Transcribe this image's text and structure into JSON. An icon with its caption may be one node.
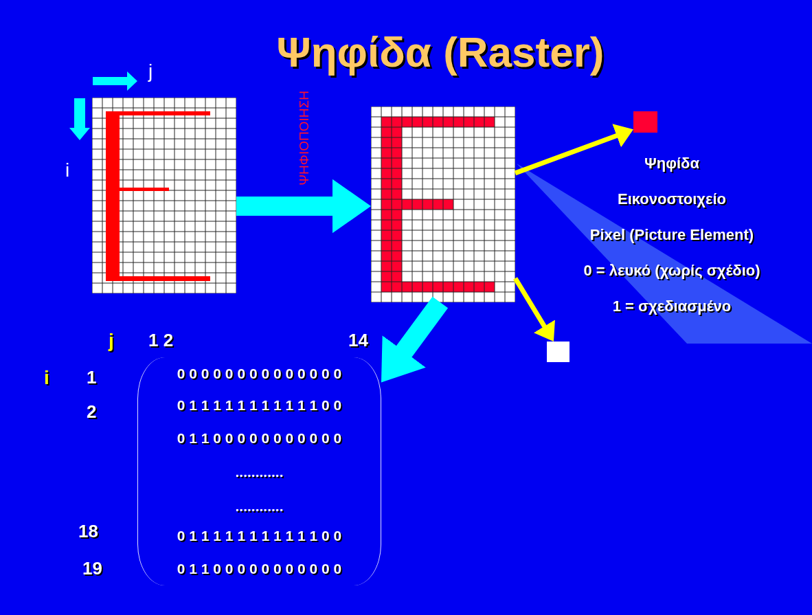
{
  "diagram": {
    "title": "Ψηφίδα (Raster)",
    "nodes": [
      {
        "text": [],
        "shape": "grid"
      },
      {
        "text": [],
        "shape": "grid"
      },
      {
        "text": [],
        "shape": "box"
      },
      {
        "text": [],
        "shape": "box"
      },
      {
        "text": [
          "0 0 0 0 0 0 0 0 0 0 0 0 0 0",
          "0 1 1 1 1 1 1 1 1 1 1 1 0 0",
          "0 1 1 0 0 0 0 0 0 0 0 0 0 0",
          "............",
          "............",
          "0 1 1 1 1 1 1 1 1 1 1 1 0 0",
          "0 1 1 0 0 0 0 0 0 0 0 0 0 0"
        ]
      }
    ],
    "edges": [
      {
        "from": 0,
        "to": 1,
        "arrow": "to",
        "label": "ΨΗΦΙΟΠΟΙΗΣΗ",
        "style": "thick",
        "color": "#00ffff"
      },
      {
        "from": 1,
        "to": 2,
        "arrow": "to",
        "color": "#ffff00"
      },
      {
        "from": 1,
        "to": 3,
        "arrow": "to",
        "color": "#ffff00"
      },
      {
        "from": 1,
        "to": 4,
        "arrow": "to",
        "style": "thick",
        "color": "#00ffff"
      }
    ],
    "labels": [
      "j",
      "i",
      "Ψηφίδα",
      "Εικονοστοιχείο",
      "Pixel (Picture Element)",
      "0 = λευκό (χωρίς σχέδιο)",
      "1 = σχεδιασμένο",
      "j",
      "1 2",
      "14",
      "i",
      "1",
      "2",
      "18",
      "19"
    ]
  }
}
